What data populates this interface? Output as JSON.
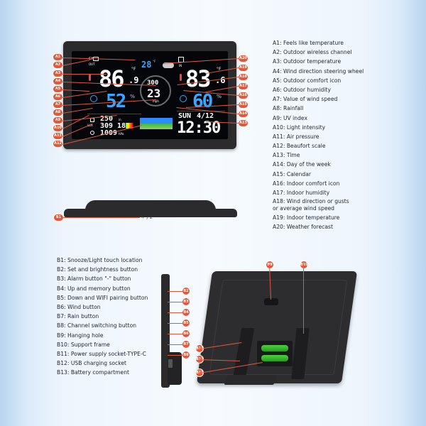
{
  "front_labels": [
    "A1: Feels like temperature",
    "A2: Outdoor wireless channel",
    "A3: Outdoor temperature",
    "A4: Wind direction steering wheel",
    "A5: Outdoor comfort icon",
    "A6: Outdoor humidity",
    "A7: Value of wind speed",
    "A8: Rainfall",
    "A9: UV index",
    "A10: Light intensity",
    "A11: Air pressure",
    "A12: Beaufort scale",
    "A13: Time",
    "A14: Day of the week",
    "A15: Calendar",
    "A16: Indoor comfort icon",
    "A17: Indoor humidity",
    "A18: Wind direction or gusts or average wind speed",
    "A19: Indoor temperature",
    "A20: Weather forecast"
  ],
  "back_labels": [
    "B1: Snooze/Light touch location",
    "B2: Set and brightness button",
    "B3: Alarm button \"-\" button",
    "B4: Up and memory button",
    "B5: Down and WIFI pairing button",
    "B6: Wind button",
    "B7: Rain button",
    "B8: Channel switching button",
    "B9: Hanging hole",
    "B10: Support frame",
    "B11: Power supply socket-TYPE-C",
    "B12: USB charging socket",
    "B13: Battery compartment"
  ],
  "callouts_left": [
    "A1",
    "A2",
    "A3",
    "A4",
    "A5",
    "A6",
    "A7",
    "A8",
    "A9",
    "A10",
    "A11",
    "A12"
  ],
  "callouts_right": [
    "A20",
    "A19",
    "A18",
    "A17",
    "A16",
    "A15",
    "A14",
    "A13"
  ],
  "callout_bottom": "B1",
  "callouts_side": [
    "B2",
    "B3",
    "B4",
    "B5",
    "B6",
    "B7",
    "B8"
  ],
  "callouts_back": [
    "B9",
    "B10",
    "B11",
    "B12",
    "B13"
  ],
  "display": {
    "out_temp": "86",
    "out_temp_dec": ".9",
    "out_unit": "°F",
    "feels_temp": "28",
    "feels_unit": "°F",
    "out_hum": "52",
    "out_hum_unit": "%",
    "wind_dir": "300",
    "wind_speed": "23",
    "wind_unit": "mph",
    "in_temp": "83",
    "in_temp_dec": ".6",
    "in_unit": "°F",
    "in_hum": "60",
    "in_hum_unit": "%",
    "rain": "250",
    "rain_unit": "in",
    "light": "309",
    "light_unit": "LUX",
    "uv": "18",
    "pressure": "1009",
    "pressure_unit": "hPa",
    "day": "SUN",
    "date": "4/12",
    "time": "12:30",
    "ch": "CH",
    "in_label": "IN",
    "out_label": "OUT"
  },
  "bottom_touch_label": "☼ / zᶻ",
  "colors": {
    "callout": "#e2583a",
    "device": "#2b2b2d",
    "lcd": "#05060a"
  }
}
